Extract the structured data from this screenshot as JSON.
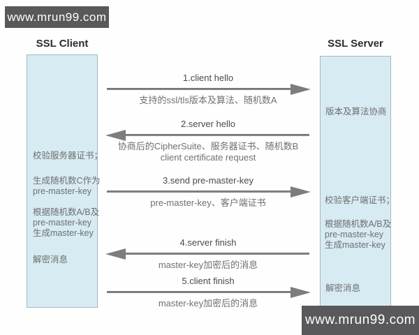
{
  "watermarks": {
    "top": "www.mrun99.com",
    "bottom": "www.mrun99.com"
  },
  "client": {
    "title": "SSL Client",
    "notes": [
      {
        "lines": [
          "校验服务器证书；"
        ]
      },
      {
        "lines": [
          "生成随机数C作为",
          "pre-master-key"
        ]
      },
      {
        "lines": [
          "根据随机数A/B及",
          "pre-master-key",
          "生成master-key"
        ]
      },
      {
        "lines": [
          "解密消息"
        ]
      }
    ]
  },
  "server": {
    "title": "SSL Server",
    "notes": [
      {
        "lines": [
          "版本及算法协商"
        ]
      },
      {
        "lines": [
          "校验客户端证书；"
        ]
      },
      {
        "lines": [
          "根据随机数A/B及",
          "pre-master-key",
          "生成master-key"
        ]
      },
      {
        "lines": [
          "解密消息"
        ]
      }
    ]
  },
  "messages": [
    {
      "step": 1,
      "title": "1.client hello",
      "direction": "right",
      "details": [
        "支持的ssl/tls版本及算法、随机数A"
      ]
    },
    {
      "step": 2,
      "title": "2.server hello",
      "direction": "left",
      "details": [
        "协商后的CipherSuite、服务器证书、随机数B",
        "client certificate request"
      ]
    },
    {
      "step": 3,
      "title": "3.send pre-master-key",
      "direction": "right",
      "details": [
        "pre-master-key、客户端证书"
      ]
    },
    {
      "step": 4,
      "title": "4.server finish",
      "direction": "left",
      "details": [
        "master-key加密后的消息"
      ]
    },
    {
      "step": 5,
      "title": "5.client finish",
      "direction": "right",
      "details": [
        "master-key加密后的消息"
      ]
    }
  ],
  "colors": {
    "lifeline_fill": "#d7ebf3",
    "lifeline_border": "#a3b8c0",
    "arrow": "#828282",
    "watermark_bg": "#59595b",
    "watermark_text": "#ffffff",
    "note_text": "#6f6f6f",
    "title_text": "#2b2b2b"
  }
}
